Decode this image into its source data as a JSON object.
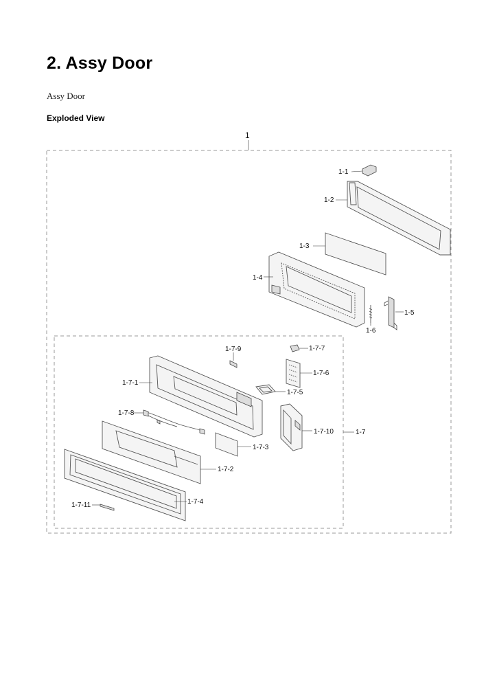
{
  "heading": "2.  Assy Door",
  "subheading": "Assy Door",
  "section_title": "Exploded View",
  "diagram": {
    "assembly_label": "1",
    "labels": {
      "p1_1": "1-1",
      "p1_2": "1-2",
      "p1_3": "1-3",
      "p1_4": "1-4",
      "p1_5": "1-5",
      "p1_6": "1-6",
      "p1_7": "1-7",
      "p1_7_1": "1-7-1",
      "p1_7_2": "1-7-2",
      "p1_7_3": "1-7-3",
      "p1_7_4": "1-7-4",
      "p1_7_5": "1-7-5",
      "p1_7_6": "1-7-6",
      "p1_7_7": "1-7-7",
      "p1_7_8": "1-7-8",
      "p1_7_9": "1-7-9",
      "p1_7_10": "1-7-10",
      "p1_7_11": "1-7-11"
    }
  }
}
